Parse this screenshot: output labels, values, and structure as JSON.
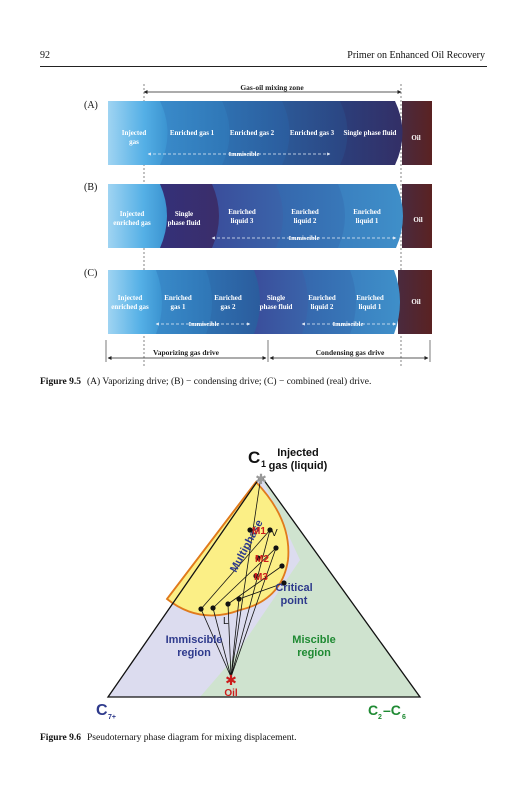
{
  "header": {
    "page_number": "92",
    "book_title": "Primer on Enhanced Oil Recovery"
  },
  "figure_9_5": {
    "mixing_zone_label": "Gas-oil mixing zone",
    "panel_a": {
      "tag": "(A)",
      "segments": [
        {
          "l1": "Injected",
          "l2": "gas"
        },
        {
          "l1": "Enriched gas 1",
          "l2": ""
        },
        {
          "l1": "Enriched gas 2",
          "l2": ""
        },
        {
          "l1": "Enriched gas 3",
          "l2": ""
        },
        {
          "l1": "Single phase fluid",
          "l2": ""
        },
        {
          "l1": "Oil",
          "l2": ""
        }
      ],
      "zone_label": "Immiscible"
    },
    "panel_b": {
      "tag": "(B)",
      "segments": [
        {
          "l1": "Injected",
          "l2": "enriched gas"
        },
        {
          "l1": "Single",
          "l2": "phase fluid"
        },
        {
          "l1": "Enriched",
          "l2": "liquid 3"
        },
        {
          "l1": "Enriched",
          "l2": "liquid 2"
        },
        {
          "l1": "Enriched",
          "l2": "liquid 1"
        },
        {
          "l1": "Oil",
          "l2": ""
        }
      ],
      "zone_label": "Immiscible"
    },
    "panel_c": {
      "tag": "(C)",
      "segments": [
        {
          "l1": "Injected",
          "l2": "enriched gas"
        },
        {
          "l1": "Enriched",
          "l2": "gas 1"
        },
        {
          "l1": "Enriched",
          "l2": "gas 2"
        },
        {
          "l1": "Single",
          "l2": "phase fluid"
        },
        {
          "l1": "Enriched",
          "l2": "liquid 2"
        },
        {
          "l1": "Enriched",
          "l2": "liquid 1"
        },
        {
          "l1": "Oil",
          "l2": ""
        }
      ],
      "zone_label_left": "Immiscible",
      "zone_label_right": "Immiscible"
    },
    "vaporizing_label": "Vaporizing gas drive",
    "condensing_label": "Condensing gas drive",
    "caption_label": "Figure 9.5",
    "caption_text": "(A) Vaporizing drive; (B) − condensing drive; (C) − combined (real) drive."
  },
  "figure_9_6": {
    "vertex_c1": "C",
    "vertex_c1_sub": "1",
    "injected_l1": "Injected",
    "injected_l2": "gas (liquid)",
    "multiphase": "Multiphase",
    "m1": "M1",
    "m2": "M2",
    "m3": "M3",
    "v": "V",
    "l": "L",
    "critical_l1": "Critical",
    "critical_l2": "point",
    "immiscible_l1": "Immiscible",
    "immiscible_l2": "region",
    "miscible_l1": "Miscible",
    "miscible_l2": "region",
    "oil": "Oil",
    "vertex_c7": "C",
    "vertex_c7_sub": "7+",
    "vertex_c2": "C",
    "vertex_c2_sub1": "2",
    "vertex_c2_dash": "–C",
    "vertex_c2_sub2": "6",
    "caption_label": "Figure 9.6",
    "caption_text": "Pseudoternary phase diagram for mixing displacement."
  },
  "colors": {
    "injected_gas": "#4aa8df",
    "dark_navy": "#2b3576",
    "oil": "#5a2222",
    "multiphase_fill": "#fbef86",
    "immiscible_fill": "#dcdcef",
    "miscible_fill": "#cfe3cf",
    "red_label": "#cc1b1b",
    "blue_label": "#2e3a8c",
    "green_label": "#1f8a33"
  }
}
